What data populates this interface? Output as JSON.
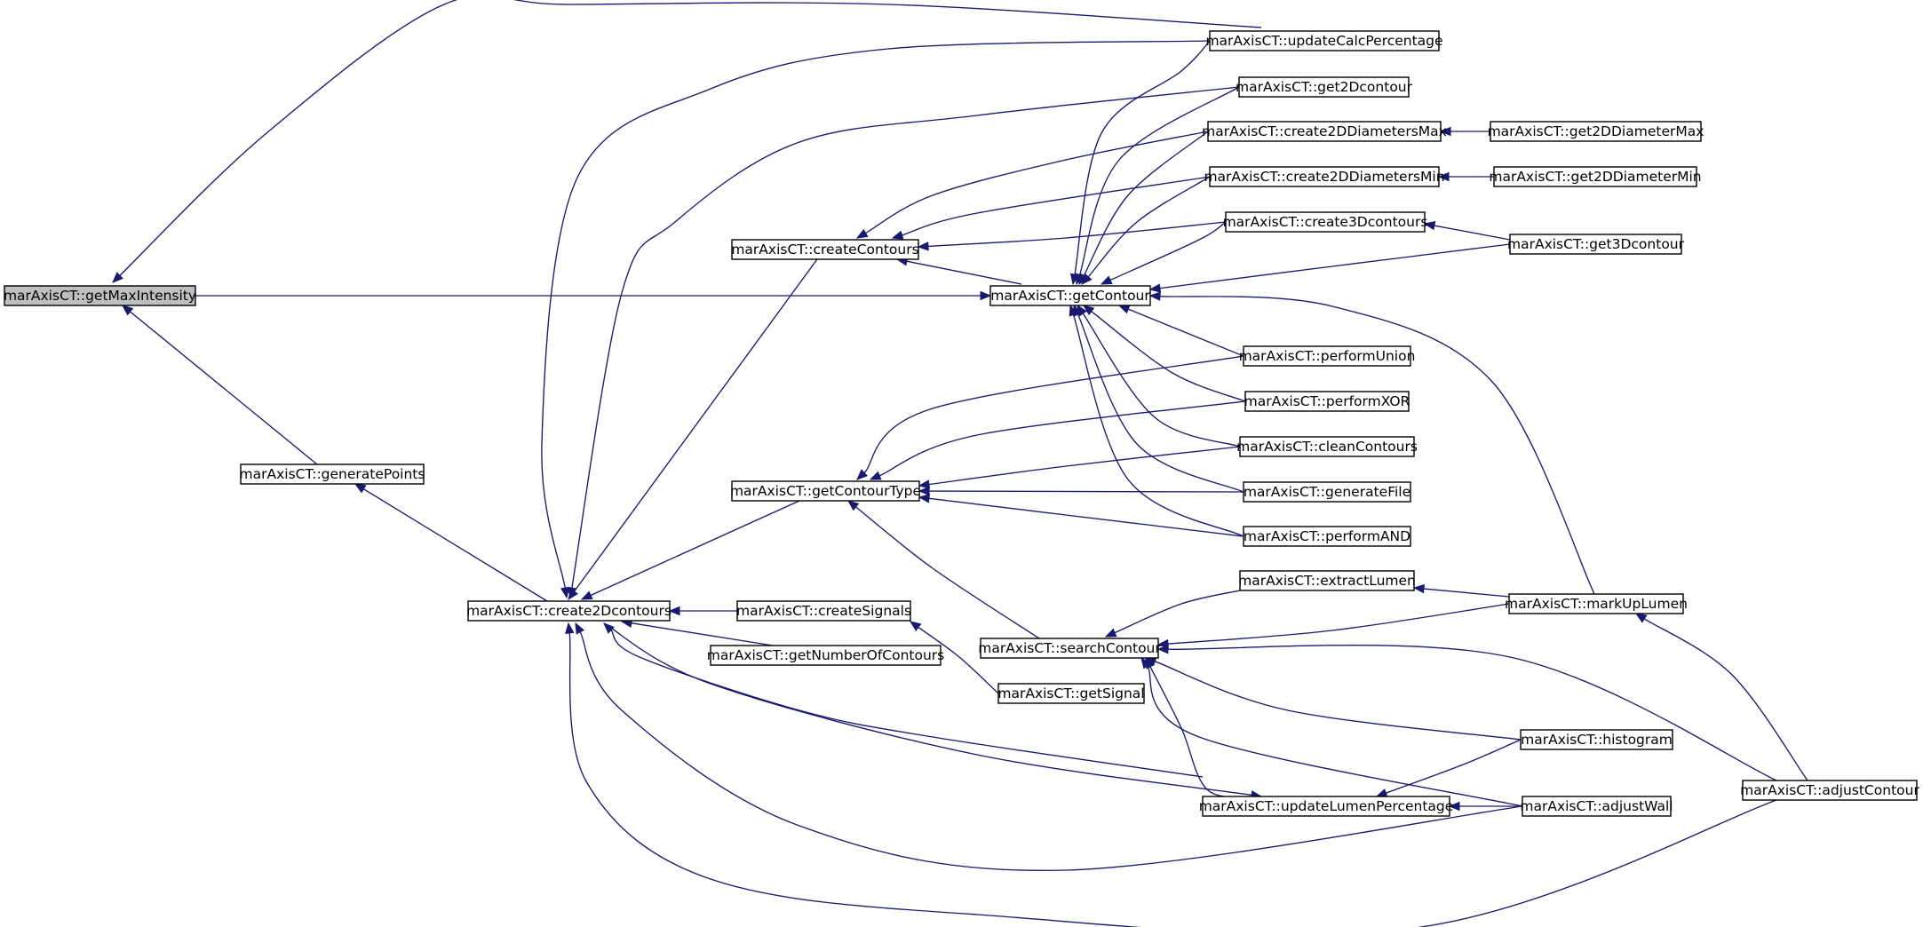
{
  "colors": {
    "edge": "#191970",
    "node_fill": "#ffffff",
    "focus_fill": "#bfbfbf",
    "border": "#000000"
  },
  "nodes": {
    "getMaxIntensity": "marAxisCT::getMaxIntensity",
    "generatePoints": "marAxisCT::generatePoints",
    "create2Dcontours": "marAxisCT::create2Dcontours",
    "createContours": "marAxisCT::createContours",
    "getContourType": "marAxisCT::getContourType",
    "createSignals": "marAxisCT::createSignals",
    "getNumberOfContours": "marAxisCT::getNumberOfContours",
    "getContour": "marAxisCT::getContour",
    "searchContour": "marAxisCT::searchContour",
    "getSignal": "marAxisCT::getSignal",
    "updateLumenPercentage": "marAxisCT::updateLumenPercentage",
    "updateCalcPercentage": "marAxisCT::updateCalcPercentage",
    "get2Dcontour": "marAxisCT::get2Dcontour",
    "create2DDiametersMax": "marAxisCT::create2DDiametersMax",
    "create2DDiametersMin": "marAxisCT::create2DDiametersMin",
    "create3Dcontours": "marAxisCT::create3Dcontours",
    "performUnion": "marAxisCT::performUnion",
    "performXOR": "marAxisCT::performXOR",
    "cleanContours": "marAxisCT::cleanContours",
    "generateFile": "marAxisCT::generateFile",
    "performAND": "marAxisCT::performAND",
    "extractLumen": "marAxisCT::extractLumen",
    "get2DDiameterMax": "marAxisCT::get2DDiameterMax",
    "get2DDiameterMin": "marAxisCT::get2DDiameterMin",
    "get3Dcontour": "marAxisCT::get3Dcontour",
    "markUpLumen": "marAxisCT::markUpLumen",
    "histogram": "marAxisCT::histogram",
    "adjustWall": "marAxisCT::adjustWall",
    "adjustContour": "marAxisCT::adjustContour"
  },
  "focus_node": "getMaxIntensity",
  "edges": [
    [
      "generatePoints",
      "getMaxIntensity"
    ],
    [
      "updateCalcPercentage",
      "getMaxIntensity"
    ],
    [
      "getContour",
      "getMaxIntensity"
    ],
    [
      "create2Dcontours",
      "generatePoints"
    ],
    [
      "createContours",
      "create2Dcontours"
    ],
    [
      "getContourType",
      "create2Dcontours"
    ],
    [
      "createSignals",
      "create2Dcontours"
    ],
    [
      "getNumberOfContours",
      "create2Dcontours"
    ],
    [
      "updateCalcPercentage",
      "create2Dcontours"
    ],
    [
      "get2Dcontour",
      "create2Dcontours"
    ],
    [
      "updateLumenPercentage",
      "create2Dcontours"
    ],
    [
      "adjustWall",
      "create2Dcontours"
    ],
    [
      "adjustContour",
      "create2Dcontours"
    ],
    [
      "create2DDiametersMax",
      "createContours"
    ],
    [
      "create2DDiametersMin",
      "createContours"
    ],
    [
      "create3Dcontours",
      "createContours"
    ],
    [
      "getContour",
      "createContours"
    ],
    [
      "performUnion",
      "getContourType"
    ],
    [
      "performXOR",
      "getContourType"
    ],
    [
      "cleanContours",
      "getContourType"
    ],
    [
      "generateFile",
      "getContourType"
    ],
    [
      "performAND",
      "getContourType"
    ],
    [
      "getSignal",
      "createSignals"
    ],
    [
      "updateCalcPercentage",
      "getContour"
    ],
    [
      "get2Dcontour",
      "getContour"
    ],
    [
      "create2DDiametersMax",
      "getContour"
    ],
    [
      "create2DDiametersMin",
      "getContour"
    ],
    [
      "create3Dcontours",
      "getContour"
    ],
    [
      "get3Dcontour",
      "getContour"
    ],
    [
      "performUnion",
      "getContour"
    ],
    [
      "performXOR",
      "getContour"
    ],
    [
      "cleanContours",
      "getContour"
    ],
    [
      "generateFile",
      "getContour"
    ],
    [
      "performAND",
      "getContour"
    ],
    [
      "markUpLumen",
      "getContour"
    ],
    [
      "getContourType",
      "searchContour"
    ],
    [
      "extractLumen",
      "searchContour"
    ],
    [
      "markUpLumen",
      "searchContour"
    ],
    [
      "adjustContour",
      "searchContour"
    ],
    [
      "histogram",
      "searchContour"
    ],
    [
      "adjustWall",
      "searchContour"
    ],
    [
      "updateLumenPercentage",
      "searchContour"
    ],
    [
      "create2Dcontours",
      "updateLumenPercentage"
    ],
    [
      "adjustWall",
      "updateLumenPercentage"
    ],
    [
      "histogram",
      "updateLumenPercentage"
    ],
    [
      "get2DDiameterMax",
      "create2DDiametersMax"
    ],
    [
      "get2DDiameterMin",
      "create2DDiametersMin"
    ],
    [
      "get3Dcontour",
      "create3Dcontours"
    ],
    [
      "markUpLumen",
      "extractLumen"
    ],
    [
      "adjustContour",
      "markUpLumen"
    ]
  ]
}
